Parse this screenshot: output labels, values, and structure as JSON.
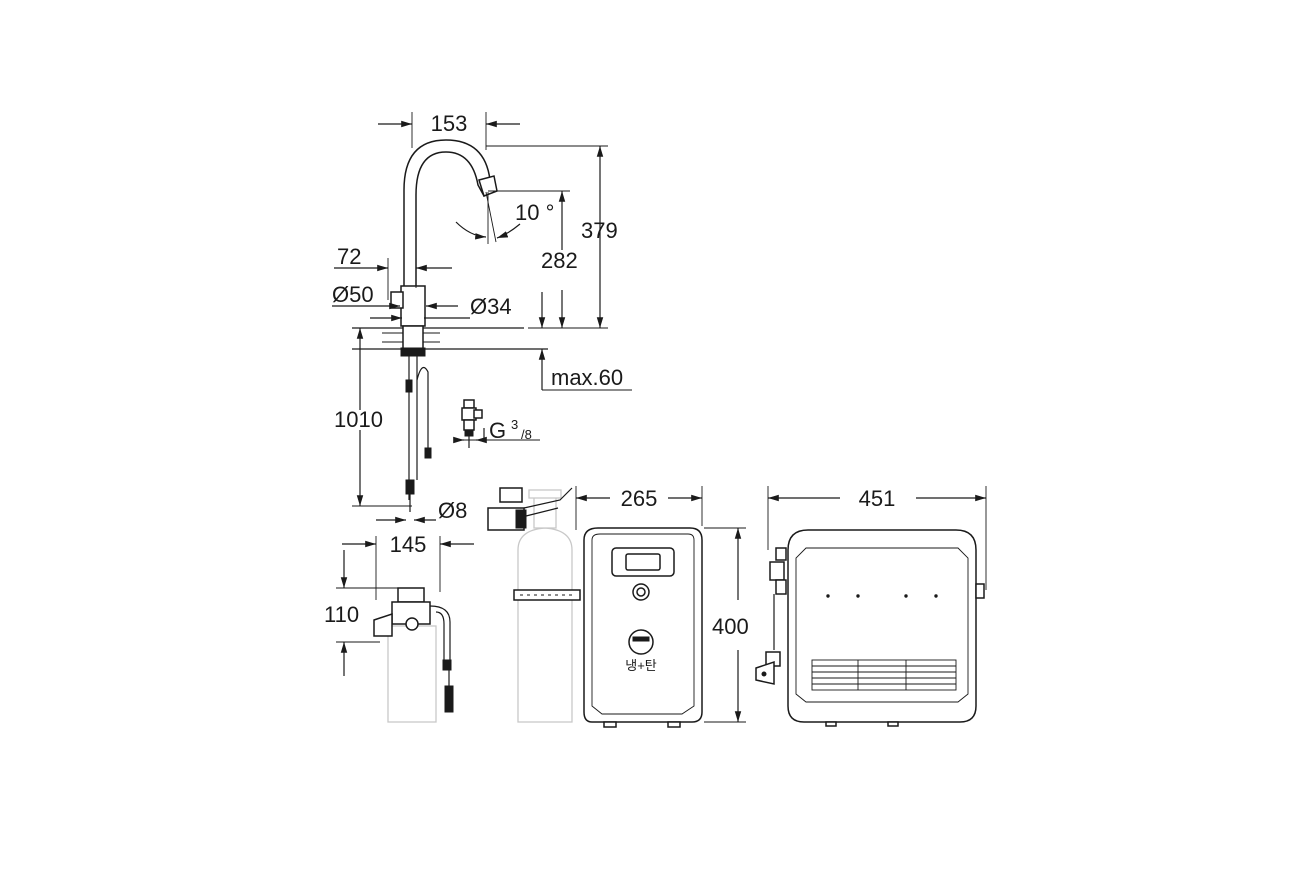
{
  "dimensions": {
    "faucet_spout_width": "153",
    "spout_angle": "10 °",
    "faucet_total_height": "379",
    "spout_height": "282",
    "lever_offset": "72",
    "base_diameter": "Ø50",
    "shank_diameter": "Ø34",
    "max_counter_thickness": "max.60",
    "hose_length": "1010",
    "connection_thread_main": "G",
    "connection_thread_sup": "3",
    "connection_thread_sub": "/8",
    "pipe_diameter": "Ø8",
    "filter_width": "145",
    "filter_height": "110",
    "chiller_depth": "265",
    "chiller_height": "400",
    "chiller_width": "451"
  },
  "labels": {
    "chiller_badge": "냉+탄"
  },
  "icons": [
    "faucet-drawing",
    "filter-head-drawing",
    "co2-bottle-drawing",
    "chiller-front-drawing",
    "chiller-side-drawing",
    "power-plug-icon"
  ]
}
